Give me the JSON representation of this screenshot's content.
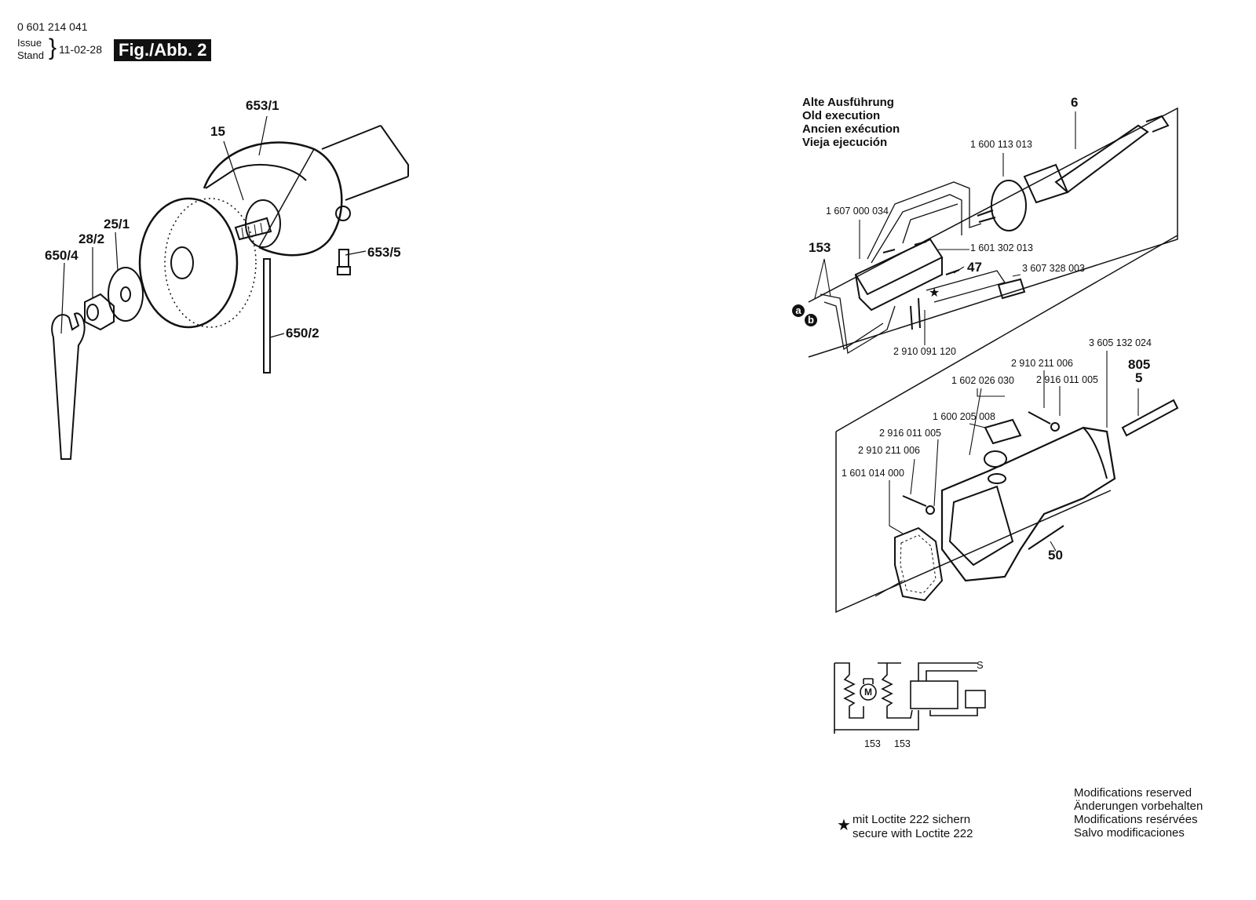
{
  "header": {
    "doc_number": "0 601 214 041",
    "issue_label": "Issue",
    "stand_label": "Stand",
    "brace": "}",
    "date": "11-02-28",
    "figure_label": "Fig./Abb. 2"
  },
  "left_labels": {
    "p653_1": "653/1",
    "p15": "15",
    "p25_1": "25/1",
    "p28_2": "28/2",
    "p650_4": "650/4",
    "p653_5": "653/5",
    "p650_2": "650/2"
  },
  "old_execution": {
    "line1": "Alte Ausführung",
    "line2": "Old execution",
    "line3": "Ancien exécution",
    "line4": "Vieja ejecución"
  },
  "right_labels": {
    "p6": "6",
    "n1600113013": "1 600 113 013",
    "n1607000034": "1 607 000 034",
    "p153": "153",
    "n1601302013": "1 601 302 013",
    "p47": "47",
    "n3607328003": "3 607 328 003",
    "a": "a",
    "b": "b",
    "star": "★",
    "n2910091120": "2 910 091 120",
    "n3605132024": "3 605 132 024",
    "p805": "805",
    "p5": "5",
    "n2910211006a": "2 910 211 006",
    "n1602026030": "1 602 026 030",
    "n2916011005a": "2 916 011 005",
    "n1600205008": "1 600 205 008",
    "n2916011005b": "2 916 011 005",
    "n2910211006b": "2 910 211 006",
    "n1601014000": "1 601 014 000",
    "p50": "50"
  },
  "schematic": {
    "motor": "M",
    "label1": "153",
    "label2": "153",
    "s": "S"
  },
  "footnote": {
    "star": "★",
    "line1": "mit Loctite 222 sichern",
    "line2": "secure with Loctite 222"
  },
  "modifications": {
    "line1": "Modifications reserved",
    "line2": "Änderungen vorbehalten",
    "line3": "Modifications resérvées",
    "line4": "Salvo modificaciones"
  }
}
